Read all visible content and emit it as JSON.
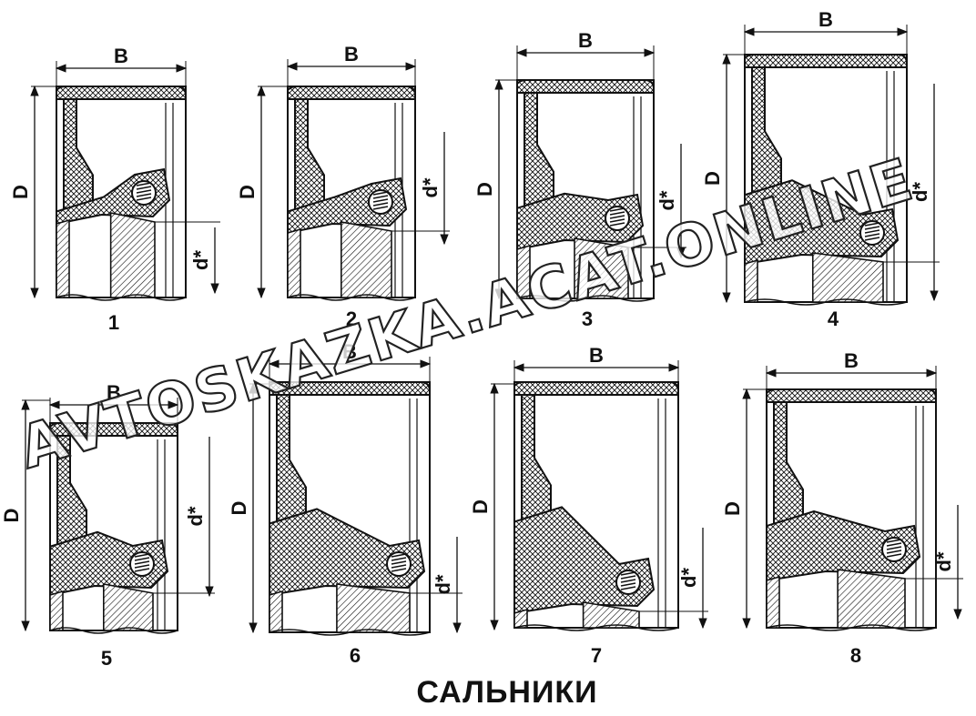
{
  "title": "САЛЬНИКИ",
  "labels": {
    "width": "B",
    "outer_diameter": "D",
    "shaft_diameter": "d*"
  },
  "seals": [
    {
      "number": "1"
    },
    {
      "number": "2"
    },
    {
      "number": "3"
    },
    {
      "number": "4"
    },
    {
      "number": "5"
    },
    {
      "number": "6"
    },
    {
      "number": "7"
    },
    {
      "number": "8"
    }
  ],
  "watermark": "AVTOSKAZKA.ACAT.ONLINE"
}
